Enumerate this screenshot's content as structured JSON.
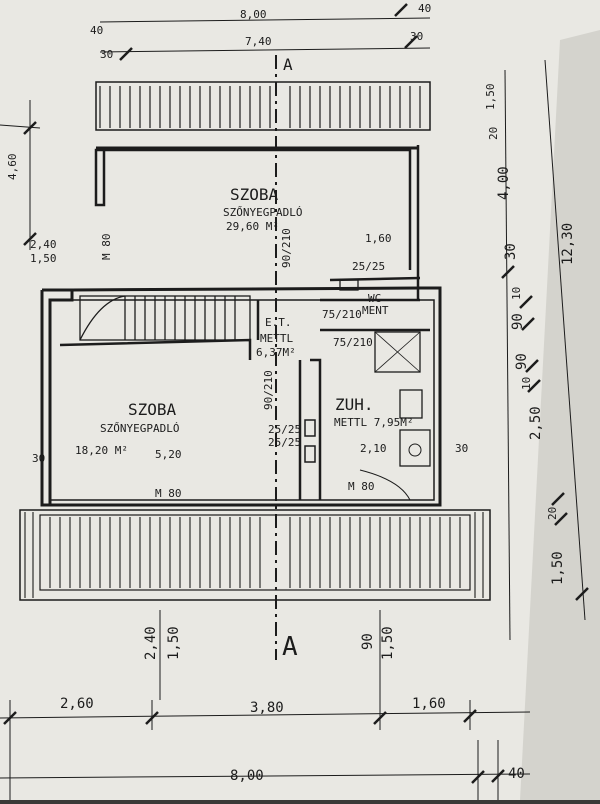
{
  "drawing": {
    "section_marker": "A",
    "rooms": [
      {
        "name": "SZOBA",
        "floor": "SZŐNYEGPADLÓ",
        "area": "29,60 M²"
      },
      {
        "name": "SZOBA",
        "floor": "SZŐNYEGPADLÓ",
        "area": "18,20 M²"
      },
      {
        "name": "E.T.",
        "floor": "METTL",
        "area": "6,37M²"
      },
      {
        "name": "ZUH.",
        "floor": "METTL 7,95M²",
        "area": ""
      },
      {
        "name": "WC",
        "floor": "MENT",
        "area": ""
      }
    ],
    "openings": [
      "M 80",
      "M 80",
      "M 80",
      "75/210",
      "75/210",
      "90/210",
      "25/25",
      "25/25",
      "25/25",
      "90/210"
    ],
    "interior_dims": [
      "1,60",
      "5,20",
      "2,10",
      "30",
      "30"
    ],
    "top_dims": [
      "8,00",
      "40",
      "30",
      "7,40",
      "40",
      "30"
    ],
    "left_dims": [
      "4,60",
      "2,40",
      "1,50",
      "M 80"
    ],
    "right_dims": [
      "1,50",
      "20",
      "4,00",
      "30",
      "12,30",
      "10",
      "90",
      "90",
      "10",
      "2,50",
      "20",
      "1,50"
    ],
    "bottom_dims": [
      "2,60",
      "3,80",
      "1,60",
      "8,00",
      "40"
    ],
    "vertical_bottom": [
      "2,40",
      "1,50",
      "90",
      "1,50"
    ]
  }
}
